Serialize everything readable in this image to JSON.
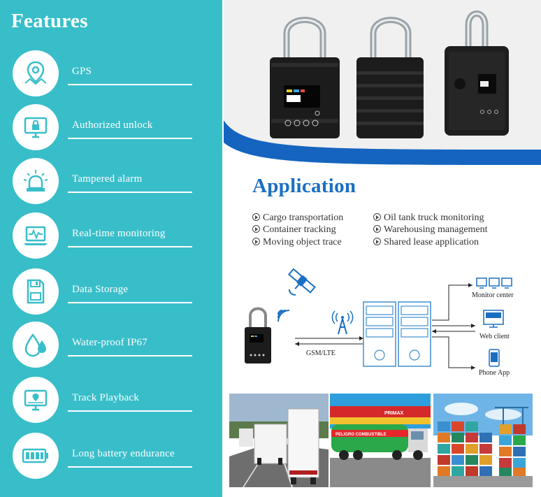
{
  "features": {
    "title": "Features",
    "items": [
      {
        "label": "GPS",
        "icon": "location-pin-icon"
      },
      {
        "label": "Authorized unlock",
        "icon": "monitor-lock-icon"
      },
      {
        "label": "Tampered alarm",
        "icon": "alarm-light-icon"
      },
      {
        "label": "Real-time monitoring",
        "icon": "laptop-pulse-icon"
      },
      {
        "label": "Data Storage",
        "icon": "sd-card-icon"
      },
      {
        "label": "Water-proof IP67",
        "icon": "water-drops-icon"
      },
      {
        "label": "Track Playback",
        "icon": "monitor-route-icon"
      },
      {
        "label": "Long battery endurance",
        "icon": "battery-icon"
      }
    ]
  },
  "application": {
    "title": "Application",
    "left_items": [
      "Cargo transportation",
      "Container tracking",
      "Moving object trace"
    ],
    "right_items": [
      "Oil tank truck monitoring",
      "Warehousing management",
      "Shared lease application"
    ]
  },
  "diagram": {
    "network_label": "GSM/LTE",
    "monitor_center": "Monitor center",
    "web_client": "Web client",
    "phone_app": "Phone App"
  },
  "photos": {
    "tanker_sign": "PELIGRO COMBUSTIBLE",
    "station_sign": "PRIMAX"
  },
  "colors": {
    "panel_teal": "#38bec9",
    "title_blue": "#1a6fc0",
    "wave_blue": "#1565c0"
  }
}
